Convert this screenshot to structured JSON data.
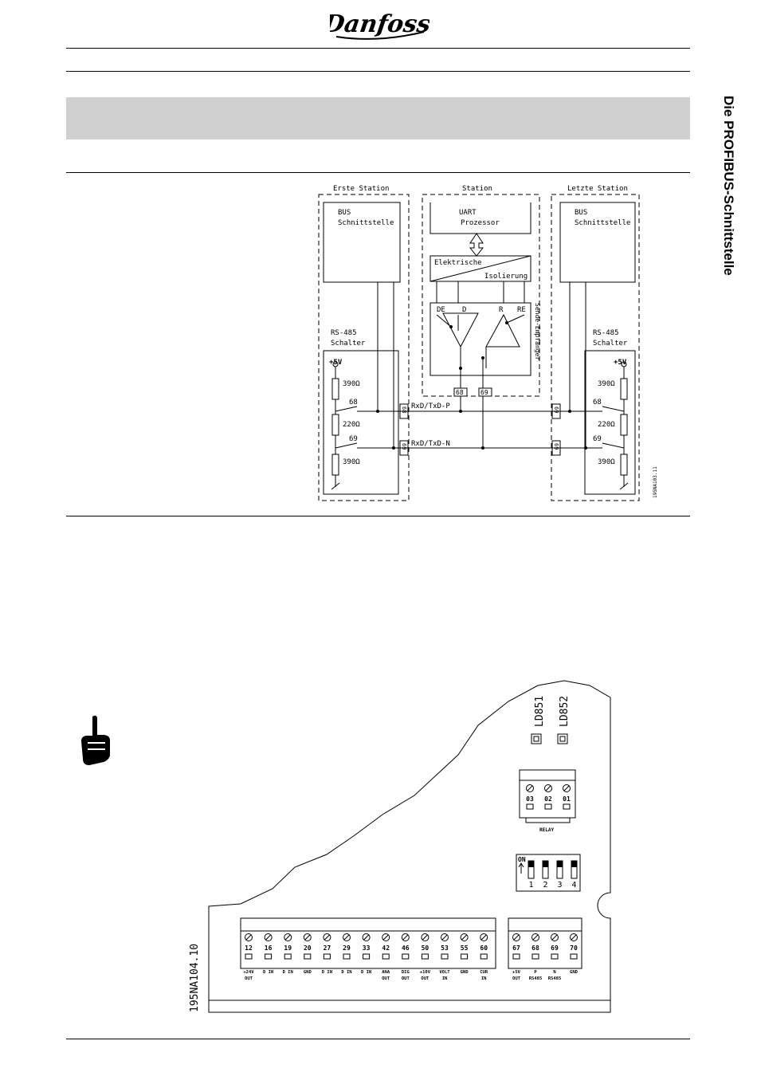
{
  "header": {
    "brand": "Danfoss"
  },
  "side_tab": {
    "text": "Die PROFIBUS-Schnittstelle"
  },
  "diagram_rs485": {
    "first_station": "Erste Station",
    "station": "Station",
    "last_station": "Letzte Station",
    "bus_line1": "BUS",
    "bus_line2": "Schnittstelle",
    "uart_line1": "UART",
    "uart_line2": "Prozessor",
    "isolation_line1": "Elektrische",
    "isolation_line2": "Isolierung",
    "pin_de": "DE",
    "pin_d": "D",
    "pin_r": "R",
    "pin_re": "RE",
    "transceiver": "Sende-Empfänger",
    "switch_line1": "RS-485",
    "switch_line2": "Schalter",
    "plus5v": "+5V",
    "r390": "390Ω",
    "r220": "220Ω",
    "t68": "68",
    "t69": "69",
    "rxd_p": "RxD/TxD-P",
    "rxd_n": "RxD/TxD-N",
    "code": "195NA103.11"
  },
  "board": {
    "code": "195NA104.10",
    "led1": "LD851",
    "led2": "LD852",
    "relay_label": "RELAY",
    "relay_terms": [
      "03",
      "02",
      "01"
    ],
    "dip_on": "ON",
    "dip_nums": [
      "1",
      "2",
      "3",
      "4"
    ],
    "main_terms": [
      {
        "num": "12",
        "l1": "+24V",
        "l2": "OUT"
      },
      {
        "num": "16",
        "l1": "D IN",
        "l2": ""
      },
      {
        "num": "19",
        "l1": "D IN",
        "l2": ""
      },
      {
        "num": "20",
        "l1": "GND",
        "l2": ""
      },
      {
        "num": "27",
        "l1": "D IN",
        "l2": ""
      },
      {
        "num": "29",
        "l1": "D IN",
        "l2": ""
      },
      {
        "num": "33",
        "l1": "D IN",
        "l2": ""
      },
      {
        "num": "42",
        "l1": "ANA",
        "l2": "OUT"
      },
      {
        "num": "46",
        "l1": "DIG",
        "l2": "OUT"
      },
      {
        "num": "50",
        "l1": "+10V",
        "l2": "OUT"
      },
      {
        "num": "53",
        "l1": "VOLT",
        "l2": "IN"
      },
      {
        "num": "55",
        "l1": "GND",
        "l2": ""
      },
      {
        "num": "60",
        "l1": "CUR",
        "l2": "IN"
      }
    ],
    "bus_terms": [
      {
        "num": "67",
        "l1": "+5V",
        "l2": "OUT"
      },
      {
        "num": "68",
        "l1": "P",
        "l2": "RS485"
      },
      {
        "num": "69",
        "l1": "N",
        "l2": "RS485"
      },
      {
        "num": "70",
        "l1": "GND",
        "l2": ""
      }
    ]
  }
}
